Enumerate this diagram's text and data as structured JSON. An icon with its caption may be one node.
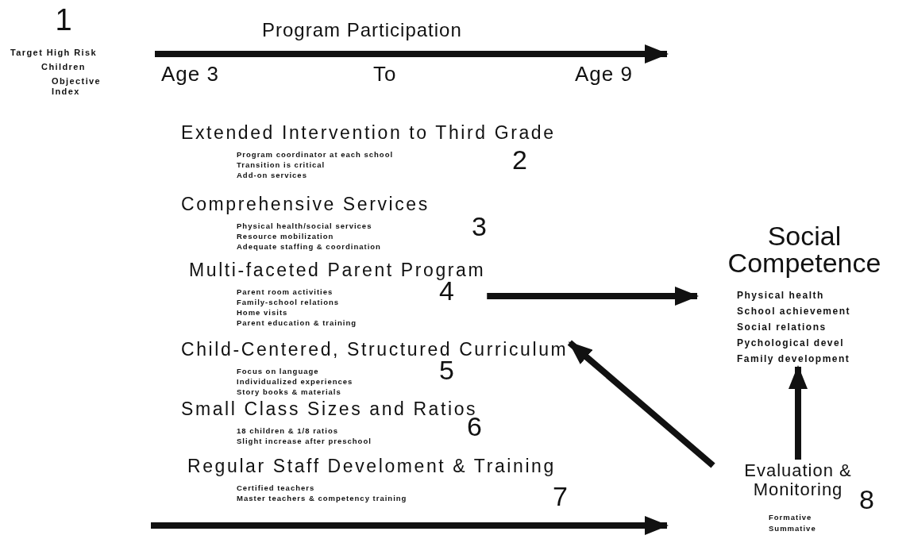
{
  "diagram": {
    "nodes": [
      {
        "text": [
          "1",
          "Target High Risk",
          "Children",
          "Objective Index"
        ]
      },
      {
        "text": [
          "Extended Intervention to Third Grade",
          "Program coordinator at each school",
          "Transition is critical",
          "Add-on services",
          "2"
        ]
      },
      {
        "text": [
          "Comprehensive Services",
          "Physical health/social services",
          "Resource mobilization",
          "Adequate staffing & coordination",
          "3"
        ]
      },
      {
        "text": [
          "Multi-faceted Parent Program",
          "Parent room activities",
          "Family-school relations",
          "Home visits",
          "Parent education & training",
          "4"
        ]
      },
      {
        "text": [
          "Child-Centered, Structured Curriculum",
          "Focus on language",
          "Individualized experiences",
          "Story books & materials",
          "5"
        ]
      },
      {
        "text": [
          "Small Class Sizes and Ratios",
          "18 children & 1/8 ratios",
          "Slight increase after preschool",
          "6"
        ]
      },
      {
        "text": [
          "Regular Staff Develoment & Training",
          "Certified teachers",
          "Master teachers & competency training",
          "7"
        ]
      },
      {
        "text": [
          "Social Competence",
          "Physical health",
          "School achievement",
          "Social relations",
          "Pychological devel",
          "Family development"
        ]
      },
      {
        "text": [
          "Evaluation & Monitoring",
          "Formative",
          "Summative",
          "8"
        ]
      }
    ],
    "edges": [
      {
        "from": 0,
        "to": null,
        "arrow": "to",
        "label": "Program Participation"
      },
      {
        "from": 3,
        "to": 7,
        "arrow": "to"
      },
      {
        "from": 8,
        "to": 7,
        "arrow": "to"
      },
      {
        "from": 8,
        "to": 4,
        "arrow": "to"
      }
    ],
    "labels": [
      "Age 3",
      "To",
      "Age 9"
    ]
  }
}
